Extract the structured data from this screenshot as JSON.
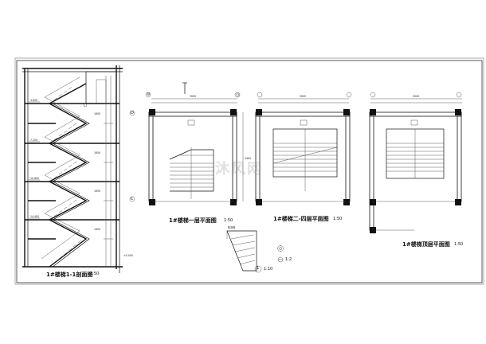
{
  "sheet": {
    "watermark": "沐风网",
    "section_title": "1#楼梯1-1剖面图",
    "section_scale": "1:50",
    "plan1_title": "1#楼梯一层平面图",
    "plan1_scale": "1:50",
    "plan2_title": "1#楼梯二-四层平面图",
    "plan2_scale": "1:50",
    "plan3_title": "1#楼梯顶层平面图",
    "plan3_scale": "1:50",
    "detail1_label": "1",
    "detail1_scale": "1:10",
    "detail2_scale": "1:2"
  },
  "axes": {
    "top": [
      "⑩",
      "⑪"
    ],
    "side": [
      "D",
      "C"
    ]
  }
}
